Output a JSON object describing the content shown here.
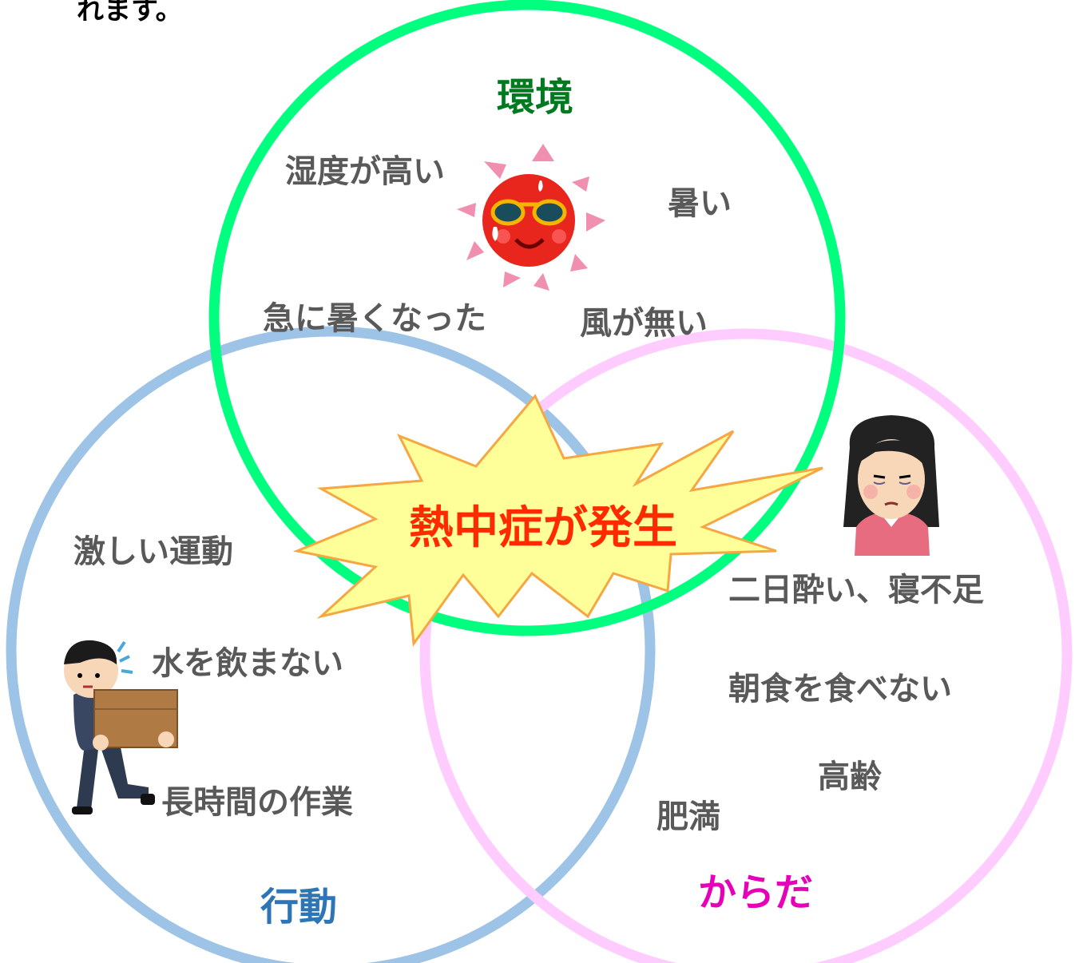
{
  "top_fragment": "れます。",
  "center_label": "熱中症が発生",
  "circles": {
    "environment": {
      "title": "環境",
      "color": "#00ff7f",
      "title_color": "#007a1f",
      "items": [
        "湿度が高い",
        "暑い",
        "急に暑くなった",
        "風が無い"
      ]
    },
    "behavior": {
      "title": "行動",
      "color": "#9dc3e6",
      "title_color": "#2e75b6",
      "items": [
        "激しい運動",
        "水を飲まない",
        "長時間の作業"
      ]
    },
    "body": {
      "title": "からだ",
      "color": "#ffccff",
      "title_color": "#e600b8",
      "items": [
        "二日酔い、寝不足",
        "朝食を食べない",
        "高齢",
        "肥満"
      ]
    }
  },
  "colors": {
    "factor_text": "#595959",
    "burst_fill": "#ffff99",
    "burst_stroke": "#f4a742",
    "center_text": "#ff2a00"
  }
}
